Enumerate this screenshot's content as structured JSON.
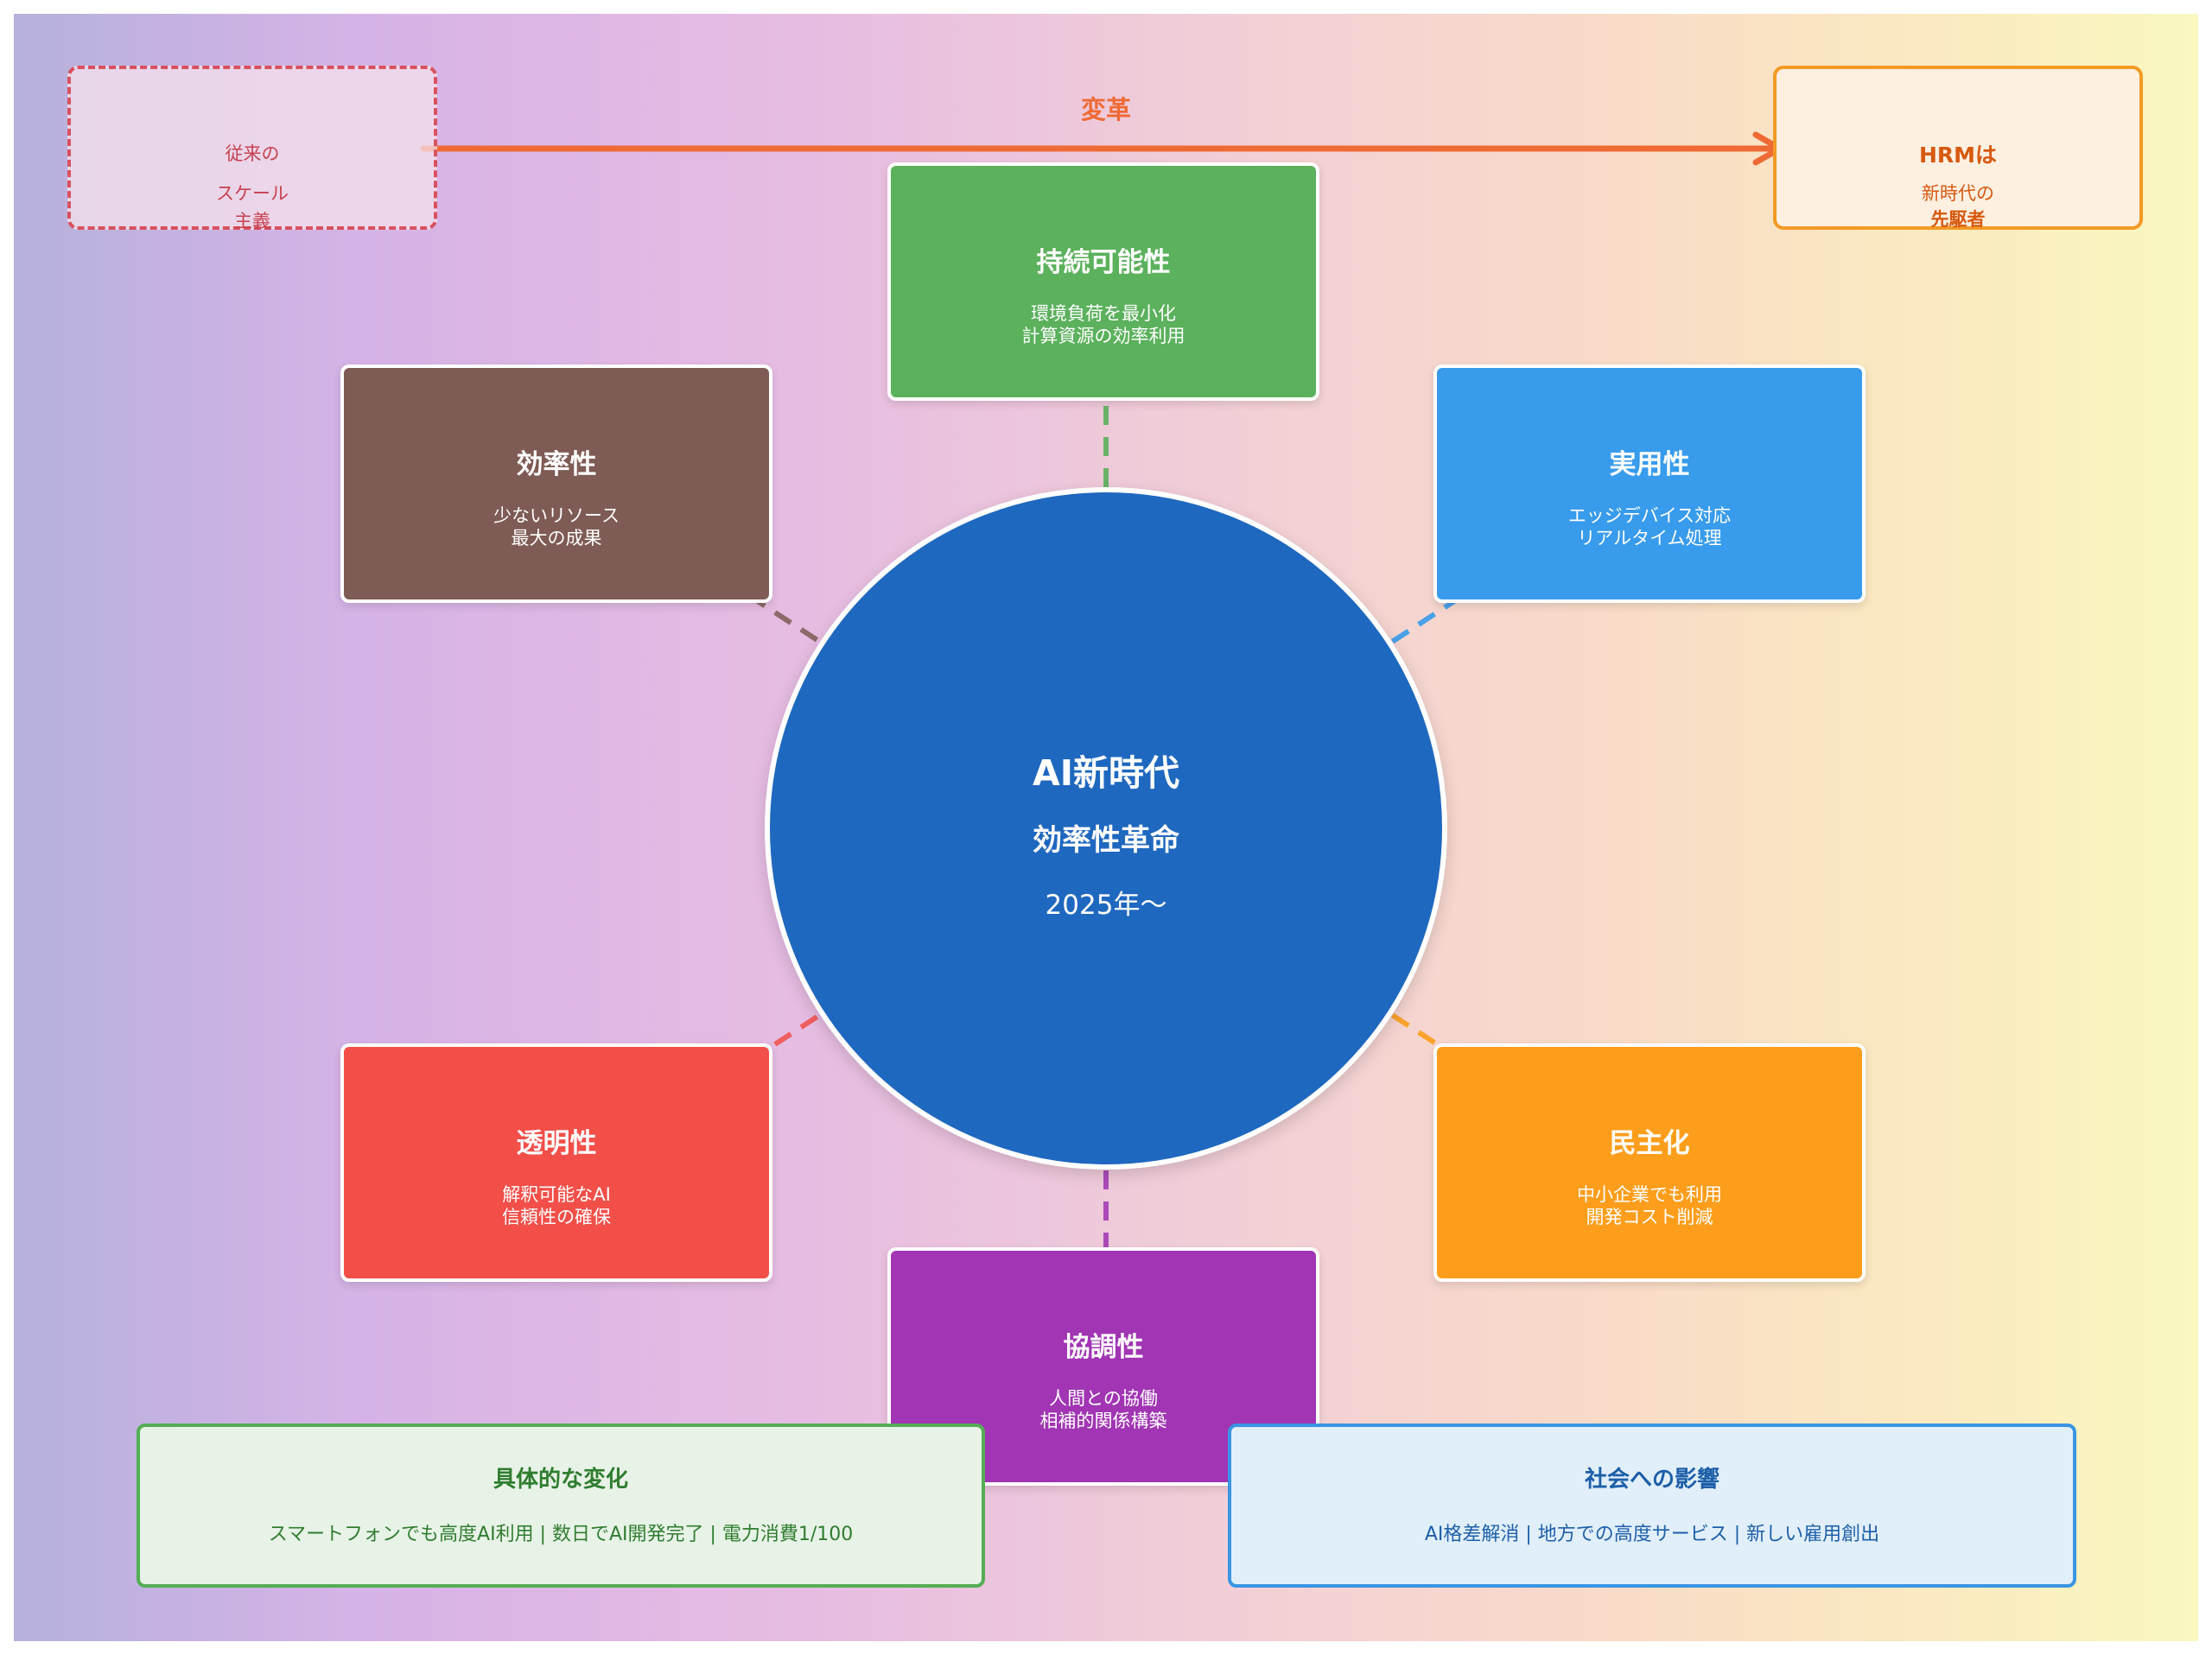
{
  "center": {
    "title": "AI新時代",
    "subtitle": "効率性革命",
    "date": "2025年〜",
    "color": "#1f68bf"
  },
  "transformation": {
    "from": {
      "line1": "従来の",
      "line2": "スケール",
      "line3": "主義"
    },
    "label": "変革",
    "to": {
      "line1": "HRMは",
      "line2": "新時代の",
      "line3": "先駆者"
    }
  },
  "nodes": {
    "sustainability": {
      "title": "持続可能性",
      "line1": "環境負荷を最小化",
      "line2": "計算資源の効率利用",
      "color": "#5bb15c"
    },
    "efficiency": {
      "title": "効率性",
      "line1": "少ないリソース",
      "line2": "最大の成果",
      "color": "#7e5b54"
    },
    "practicality": {
      "title": "実用性",
      "line1": "エッジデバイス対応",
      "line2": "リアルタイム処理",
      "color": "#389bec"
    },
    "transparency": {
      "title": "透明性",
      "line1": "解釈可能なAI",
      "line2": "信頼性の確保",
      "color": "#f24f49"
    },
    "democratization": {
      "title": "民主化",
      "line1": "中小企業でも利用",
      "line2": "開発コスト削減",
      "color": "#fc9e1c"
    },
    "cooperation": {
      "title": "協調性",
      "line1": "人間との協働",
      "line2": "相補的関係構築",
      "color": "#a135b4"
    }
  },
  "bottom": {
    "changes": {
      "title": "具体的な変化",
      "text": "スマートフォンでも高度AI利用 | 数日でAI開発完了 | 電力消費1/100"
    },
    "impact": {
      "title": "社会への影響",
      "text": "AI格差解消 | 地方での高度サービス | 新しい雇用創出"
    }
  }
}
